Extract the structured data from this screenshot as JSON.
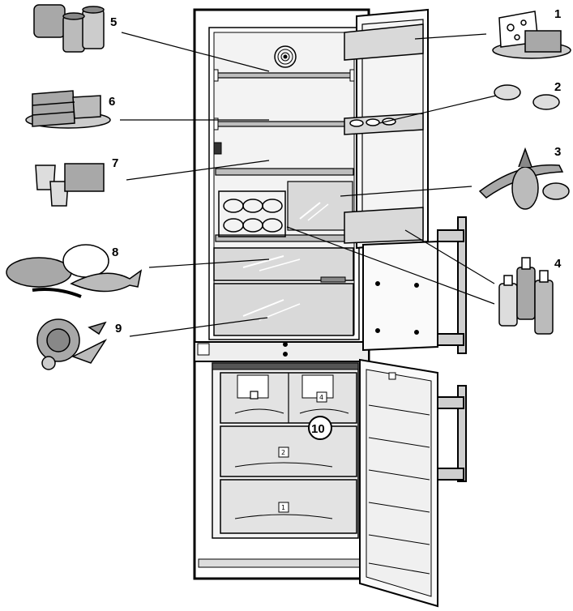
{
  "callouts": [
    {
      "id": "c1",
      "label": "1",
      "item": "cheese-and-butter"
    },
    {
      "id": "c2",
      "label": "2",
      "item": "eggs"
    },
    {
      "id": "c3",
      "label": "3",
      "item": "pineapple-and-sausage"
    },
    {
      "id": "c4",
      "label": "4",
      "item": "bottles"
    },
    {
      "id": "c5",
      "label": "5",
      "item": "jars-and-cans"
    },
    {
      "id": "c6",
      "label": "6",
      "item": "cake"
    },
    {
      "id": "c7",
      "label": "7",
      "item": "yogurt-and-butter-dish"
    },
    {
      "id": "c8",
      "label": "8",
      "item": "meat-and-fish"
    },
    {
      "id": "c9",
      "label": "9",
      "item": "vegetables"
    },
    {
      "id": "c10",
      "label": "10",
      "item": "freezer-drawers"
    }
  ],
  "drawer_marks": {
    "top_right": "4",
    "middle": "2",
    "bottom": "1"
  },
  "colors": {
    "line": "#000000",
    "glass": "#d9d9d9",
    "shelf": "#bdbdbd",
    "food": "#a8a8a8",
    "background": "#ffffff"
  }
}
